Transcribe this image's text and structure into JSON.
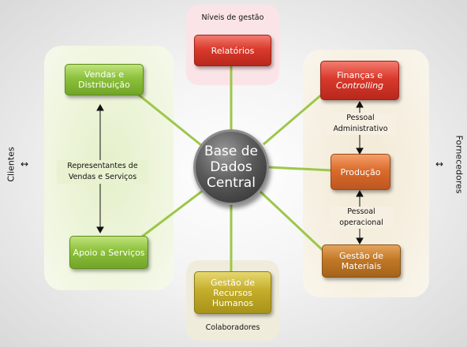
{
  "center": {
    "line1": "Base de",
    "line2": "Dados",
    "line3": "Central"
  },
  "top": {
    "caption": "Níveis de gestão",
    "box": "Relatórios"
  },
  "left": {
    "box_top_line1": "Vendas e",
    "box_top_line2": "Distribuição",
    "mid_line1": "Representantes de",
    "mid_line2": "Vendas e Serviços",
    "box_bottom": "Apoio a Serviços"
  },
  "right": {
    "box_top_line1": "Finanças e",
    "box_top_line2": "Controlling",
    "mid1_line1": "Pessoal",
    "mid1_line2": "Administrativo",
    "box_mid": "Produção",
    "mid2_line1": "Pessoal",
    "mid2_line2": "operacional",
    "box_bottom_line1": "Gestão de",
    "box_bottom_line2": "Materiais"
  },
  "bottom": {
    "box_line1": "Gestão de",
    "box_line2": "Recursos",
    "box_line3": "Humanos",
    "caption": "Colaboradores"
  },
  "side_left": "Clientes",
  "side_right": "Fornecedores",
  "colors": {
    "connector": "#9dc74a",
    "reports": "#d93a2c",
    "finance": "#db6c2c",
    "sales": "#8cc13c",
    "hr": "#c4ad2a",
    "materials": "#c27926"
  }
}
